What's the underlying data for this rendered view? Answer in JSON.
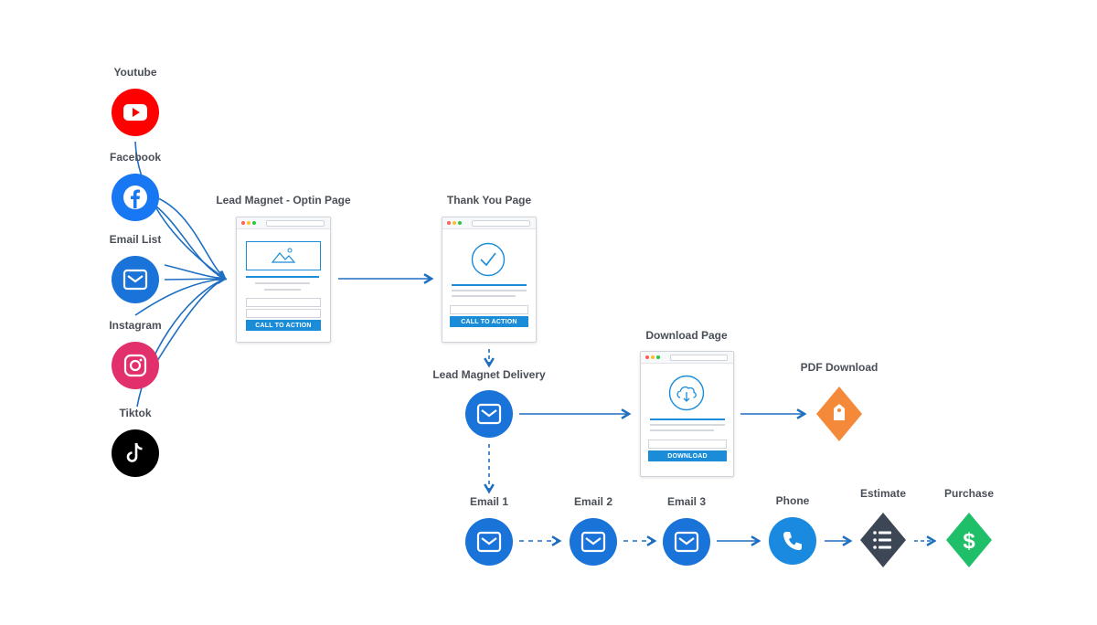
{
  "sources": [
    {
      "label": "Youtube",
      "icon": "youtube-icon",
      "color": "#ff0000"
    },
    {
      "label": "Facebook",
      "icon": "facebook-icon",
      "color": "#1877f2"
    },
    {
      "label": "Email List",
      "icon": "mail-icon",
      "color": "#1a73d9"
    },
    {
      "label": "Instagram",
      "icon": "instagram-icon",
      "color": "#e1306c"
    },
    {
      "label": "Tiktok",
      "icon": "tiktok-icon",
      "color": "#000000"
    }
  ],
  "optin_page": {
    "title": "Lead Magnet - Optin Page",
    "cta": "CALL TO ACTION"
  },
  "thank_you_page": {
    "title": "Thank You Page",
    "cta": "CALL TO ACTION"
  },
  "delivery": {
    "title": "Lead Magnet Delivery"
  },
  "download_page": {
    "title": "Download Page",
    "cta": "DOWNLOAD"
  },
  "pdf": {
    "title": "PDF Download",
    "color": "#f5893a"
  },
  "sequence": [
    {
      "label": "Email 1",
      "icon": "mail-icon"
    },
    {
      "label": "Email 2",
      "icon": "mail-icon"
    },
    {
      "label": "Email 3",
      "icon": "mail-icon"
    },
    {
      "label": "Phone",
      "icon": "phone-icon"
    },
    {
      "label": "Estimate",
      "icon": "list-icon",
      "color": "#3d4654"
    },
    {
      "label": "Purchase",
      "icon": "dollar-icon",
      "color": "#1fbf6a"
    }
  ],
  "colors": {
    "primary": "#1a73d9",
    "arrow": "#1e6fc2",
    "label": "#4a4f57"
  }
}
